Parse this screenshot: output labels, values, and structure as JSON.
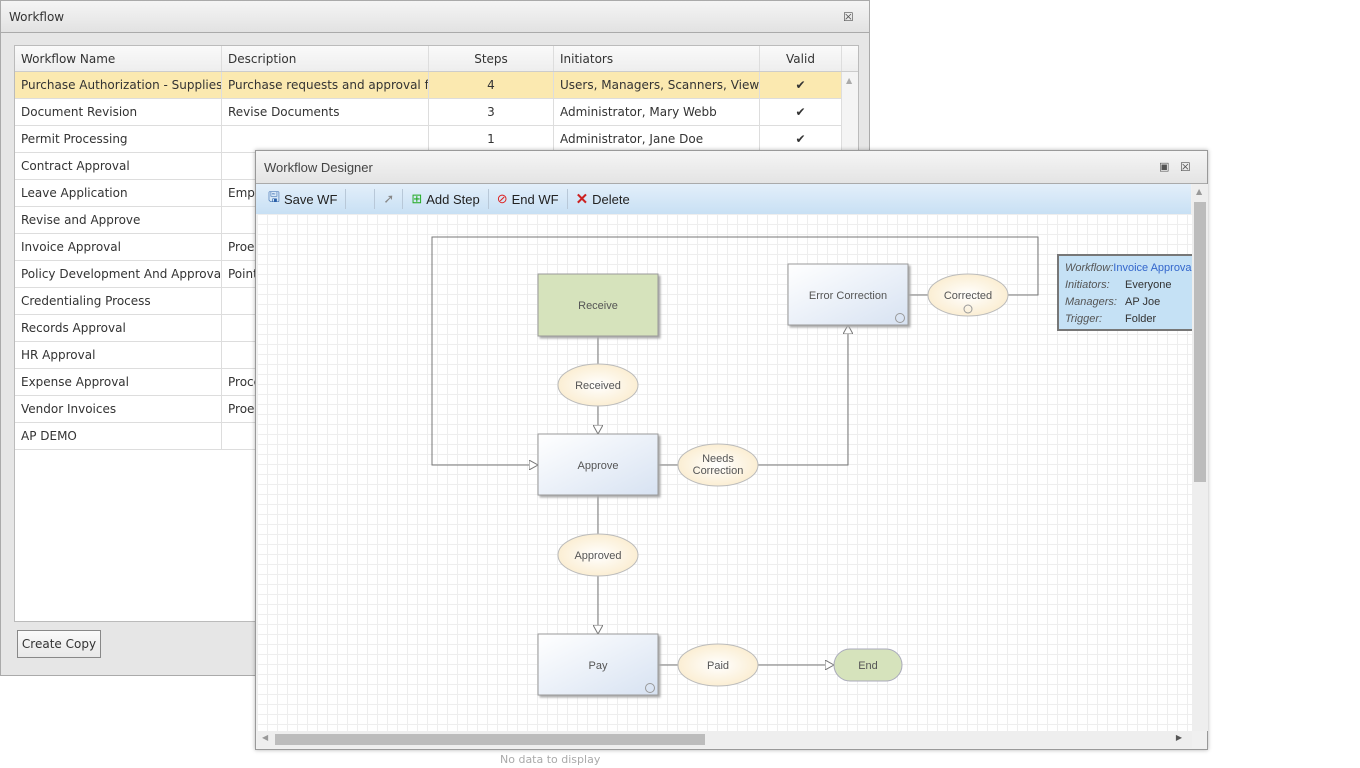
{
  "workflow_window": {
    "title": "Workflow",
    "close_icon": "close-icon",
    "columns": [
      "Workflow Name",
      "Description",
      "Steps",
      "Initiators",
      "Valid"
    ],
    "rows": [
      {
        "name": "Purchase Authorization - Supplies &",
        "description": "Purchase requests and approval for",
        "steps": "4",
        "initiators": "Users, Managers, Scanners, Viewers",
        "valid": "✔",
        "selected": true
      },
      {
        "name": "Document Revision",
        "description": "Revise Documents",
        "steps": "3",
        "initiators": "Administrator, Mary Webb",
        "valid": "✔"
      },
      {
        "name": "Permit Processing",
        "description": "",
        "steps": "1",
        "initiators": "Administrator, Jane Doe",
        "valid": "✔"
      },
      {
        "name": "Contract Approval",
        "description": "",
        "steps": "",
        "initiators": "",
        "valid": ""
      },
      {
        "name": "Leave Application",
        "description": "Empl",
        "steps": "",
        "initiators": "",
        "valid": ""
      },
      {
        "name": "Revise and Approve",
        "description": "",
        "steps": "",
        "initiators": "",
        "valid": ""
      },
      {
        "name": "Invoice Approval",
        "description": "Proes",
        "steps": "",
        "initiators": "",
        "valid": ""
      },
      {
        "name": "Policy Development And Approval",
        "description": "Point",
        "steps": "",
        "initiators": "",
        "valid": ""
      },
      {
        "name": "Credentialing Process",
        "description": "",
        "steps": "",
        "initiators": "",
        "valid": ""
      },
      {
        "name": "Records Approval",
        "description": "",
        "steps": "",
        "initiators": "",
        "valid": ""
      },
      {
        "name": "HR Approval",
        "description": "",
        "steps": "",
        "initiators": "",
        "valid": ""
      },
      {
        "name": "Expense Approval",
        "description": "Proce",
        "steps": "",
        "initiators": "",
        "valid": ""
      },
      {
        "name": "Vendor Invoices",
        "description": "Proes",
        "steps": "",
        "initiators": "",
        "valid": ""
      },
      {
        "name": "AP DEMO",
        "description": "",
        "steps": "",
        "initiators": "",
        "valid": ""
      }
    ],
    "create_copy": "Create Copy",
    "no_data": "No data to display"
  },
  "designer": {
    "title": "Workflow Designer",
    "toolbar": {
      "save": "Save WF",
      "add_step": "Add Step",
      "end": "End WF",
      "delete": "Delete"
    },
    "nodes": {
      "receive": "Receive",
      "approve": "Approve",
      "pay": "Pay",
      "error": "Error Correction",
      "end": "End"
    },
    "transitions": {
      "received": "Received",
      "approved": "Approved",
      "needs1": "Needs",
      "needs2": "Correction",
      "paid": "Paid",
      "corrected": "Corrected"
    },
    "info": {
      "workflow_k": "Workflow:",
      "workflow_v": "Invoice Approval",
      "initiators_k": "Initiators:",
      "initiators_v": "Everyone",
      "managers_k": "Managers:",
      "managers_v": "AP Joe",
      "trigger_k": "Trigger:",
      "trigger_v": "Folder"
    },
    "colors": {
      "start_end": "#d6e3bc",
      "step": "#e4ebf5",
      "transition": "#fdf3df",
      "info_bg": "#c5e1f5",
      "link": "#3366cc"
    }
  }
}
